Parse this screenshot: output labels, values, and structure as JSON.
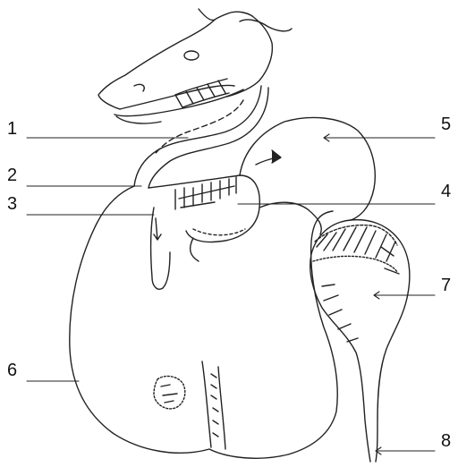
{
  "diagram": {
    "labels": {
      "l1": "1",
      "l2": "2",
      "l3": "3",
      "l4": "4",
      "l5": "5",
      "l6": "6",
      "l7": "7",
      "l8": "8"
    },
    "line_color": "#222222",
    "background": "#ffffff"
  }
}
